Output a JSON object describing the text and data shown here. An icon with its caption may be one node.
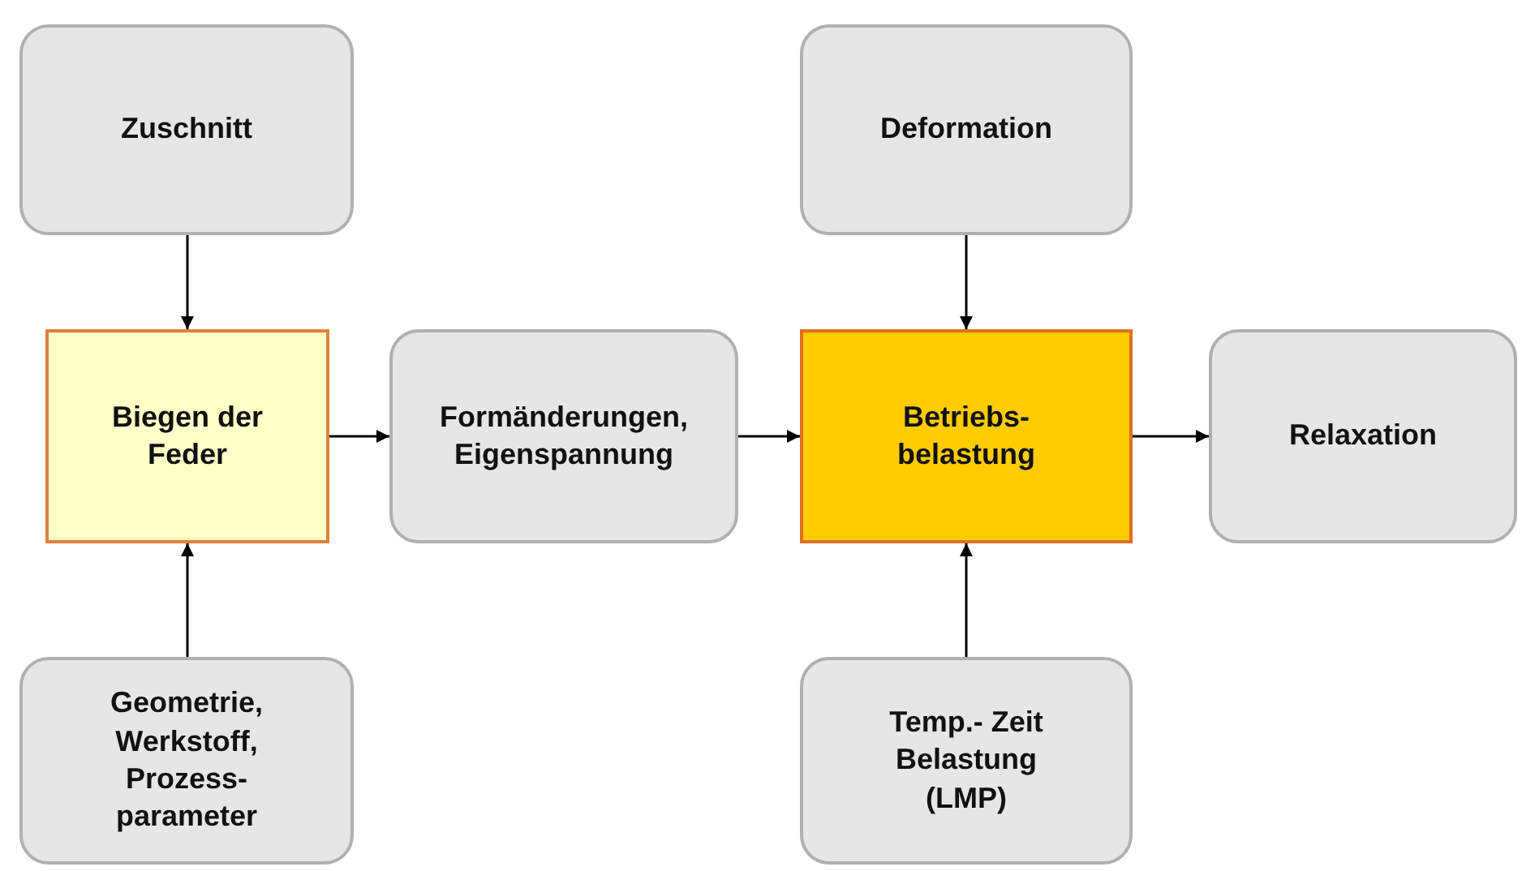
{
  "diagram": {
    "nodes": [
      {
        "text": [
          "Zuschnitt"
        ]
      },
      {
        "text": [
          "Biegen der Feder"
        ]
      },
      {
        "text": [
          "Formänderungen, Eigenspannung"
        ]
      },
      {
        "text": [
          "Betriebs- belastung"
        ]
      },
      {
        "text": [
          "Relaxation"
        ]
      },
      {
        "text": [
          "Geometrie, Werkstoff, Prozess- parameter"
        ]
      },
      {
        "text": [
          "Deformation"
        ]
      },
      {
        "text": [
          "Temp.- Zeit Belastung (LMP)"
        ]
      }
    ],
    "edges": [
      {
        "from": 0,
        "to": 1,
        "arrow": "to"
      },
      {
        "from": 5,
        "to": 1,
        "arrow": "to"
      },
      {
        "from": 1,
        "to": 2,
        "arrow": "to"
      },
      {
        "from": 2,
        "to": 3,
        "arrow": "to"
      },
      {
        "from": 6,
        "to": 3,
        "arrow": "to"
      },
      {
        "from": 7,
        "to": 3,
        "arrow": "to"
      },
      {
        "from": 3,
        "to": 4,
        "arrow": "to"
      }
    ]
  }
}
